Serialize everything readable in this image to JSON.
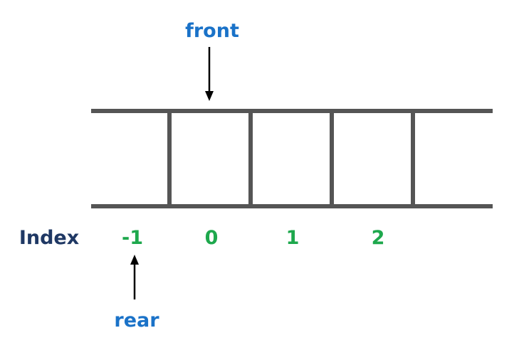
{
  "front_label": "front",
  "rear_label": "rear",
  "index_label": "Index",
  "index_values": [
    "-1",
    "0",
    "1",
    "2"
  ],
  "colors": {
    "line": "#555555",
    "pointer_label": "#1a72c8",
    "index_label": "#1f3864",
    "index_value": "#1ea84d",
    "arrow": "#000000"
  }
}
